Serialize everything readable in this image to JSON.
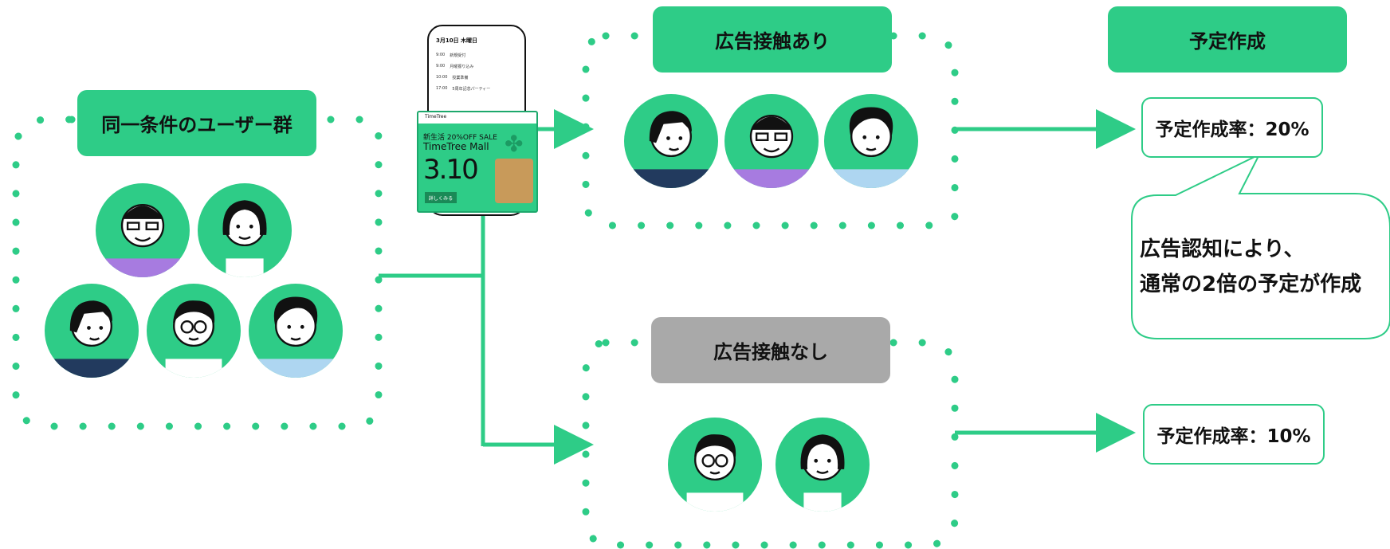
{
  "groups": {
    "same_condition": {
      "title": "同一条件のユーザー群"
    },
    "ad_exposed": {
      "title": "広告接触あり"
    },
    "not_exposed": {
      "title": "広告接触なし"
    }
  },
  "outcome_header": "予定作成",
  "rates": {
    "exposed": "予定作成率：20%",
    "not_exposed": "予定作成率：10%"
  },
  "callout": {
    "line1": "広告認知により、",
    "line2": "通常の2倍の予定が作成"
  },
  "phone": {
    "date": "3月10日 木曜日",
    "rows": [
      {
        "time": "9:00",
        "text": "新規受付"
      },
      {
        "time": "9:00",
        "text": "月曜振り込み"
      },
      {
        "time": "10:00",
        "text": "授業準備"
      },
      {
        "time": "17:00",
        "text": "5周年記念パーティー"
      }
    ],
    "ad": {
      "brand": "TimeTree",
      "headline": "新生活 20%OFF SALE",
      "title": "TimeTree Mall",
      "date": "3.10",
      "cta": "詳しくみる"
    }
  },
  "colors": {
    "accent": "#2ecc87",
    "neutral": "#a9a9a9",
    "text": "#111111"
  }
}
